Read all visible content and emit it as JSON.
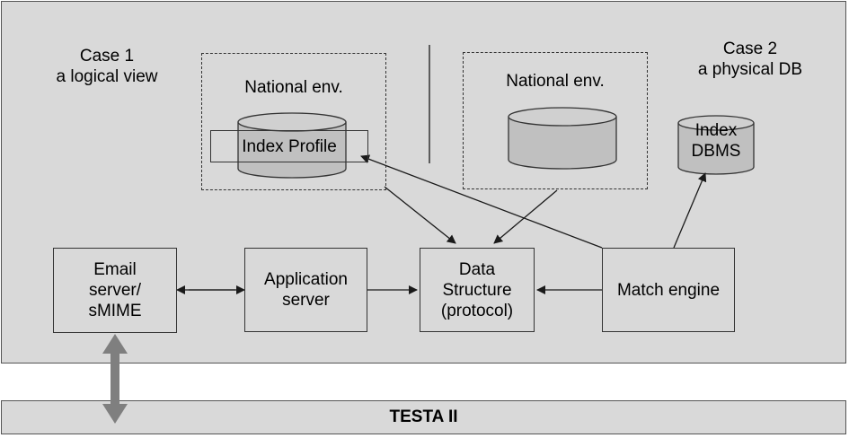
{
  "case1": {
    "line1": "Case 1",
    "line2": "a logical view"
  },
  "case2": {
    "line1": "Case 2",
    "line2": "a physical DB"
  },
  "national_env_left": {
    "label": "National env.",
    "db_label": "Index Profile"
  },
  "national_env_right": {
    "label": "National env."
  },
  "index_dbms": {
    "line1": "Index",
    "line2": "DBMS"
  },
  "email_server": {
    "line1": "Email",
    "line2": "server/",
    "line3": "sMIME"
  },
  "application_server": {
    "line1": "Application",
    "line2": "server"
  },
  "data_structure": {
    "line1": "Data",
    "line2": "Structure",
    "line3": "(protocol)"
  },
  "match_engine": {
    "label": "Match engine"
  },
  "testa": {
    "label": "TESTA II"
  },
  "colors": {
    "panel": "#d9d9d9",
    "cylinder": "#c0c0c0",
    "cylinder_top": "#d0d0d0",
    "thick_arrow": "#7f7f7f",
    "line": "#1a1a1a"
  }
}
